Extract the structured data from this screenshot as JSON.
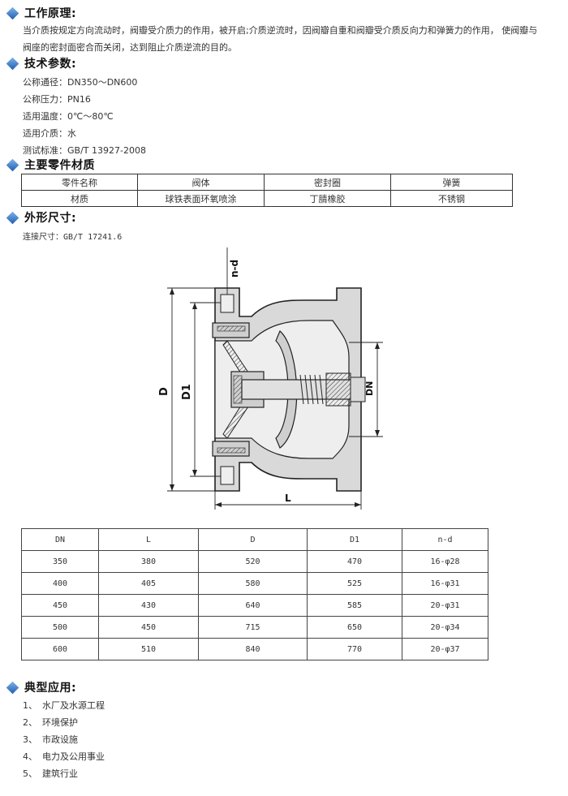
{
  "sections": {
    "principle": {
      "title": "工作原理:",
      "text": "当介质按规定方向流动时，阀瓣受介质力的作用，被开启;介质逆流时，因阀瓣自重和阀瓣受介质反向力和弹簧力的作用，  使阀瓣与阀座的密封面密合而关闭，达到阻止介质逆流的目的。"
    },
    "specs": {
      "title": "技术参数:",
      "items": [
        "公称通径：DN350～DN600",
        "公称压力：PN16",
        "适用温度：0℃～80℃",
        "适用介质：水",
        "测试标准：GB/T 13927-2008"
      ]
    },
    "materials": {
      "title": "主要零件材质",
      "rows": [
        [
          "零件名称",
          "阀体",
          "密封圈",
          "弹簧"
        ],
        [
          "材质",
          "球铁表面环氧喷涂",
          "丁腈橡胶",
          "不锈钢"
        ]
      ]
    },
    "dimensions": {
      "title": "外形尺寸:",
      "connection": "连接尺寸：GB/T 17241.6",
      "diagram_labels": {
        "nd": "n-d",
        "D": "D",
        "D1": "D1",
        "DN": "DN",
        "L": "L"
      },
      "headers": [
        "DN",
        "L",
        "D",
        "D1",
        "n-d"
      ],
      "rows": [
        [
          "350",
          "380",
          "520",
          "470",
          "16-φ28"
        ],
        [
          "400",
          "405",
          "580",
          "525",
          "16-φ31"
        ],
        [
          "450",
          "430",
          "640",
          "585",
          "20-φ31"
        ],
        [
          "500",
          "450",
          "715",
          "650",
          "20-φ34"
        ],
        [
          "600",
          "510",
          "840",
          "770",
          "20-φ37"
        ]
      ]
    },
    "applications": {
      "title": "典型应用:",
      "items": [
        {
          "num": "1、",
          "text": "水厂及水源工程"
        },
        {
          "num": "2、",
          "text": "环境保护"
        },
        {
          "num": "3、",
          "text": "市政设施"
        },
        {
          "num": "4、",
          "text": "电力及公用事业"
        },
        {
          "num": "5、",
          "text": "建筑行业"
        }
      ]
    }
  }
}
